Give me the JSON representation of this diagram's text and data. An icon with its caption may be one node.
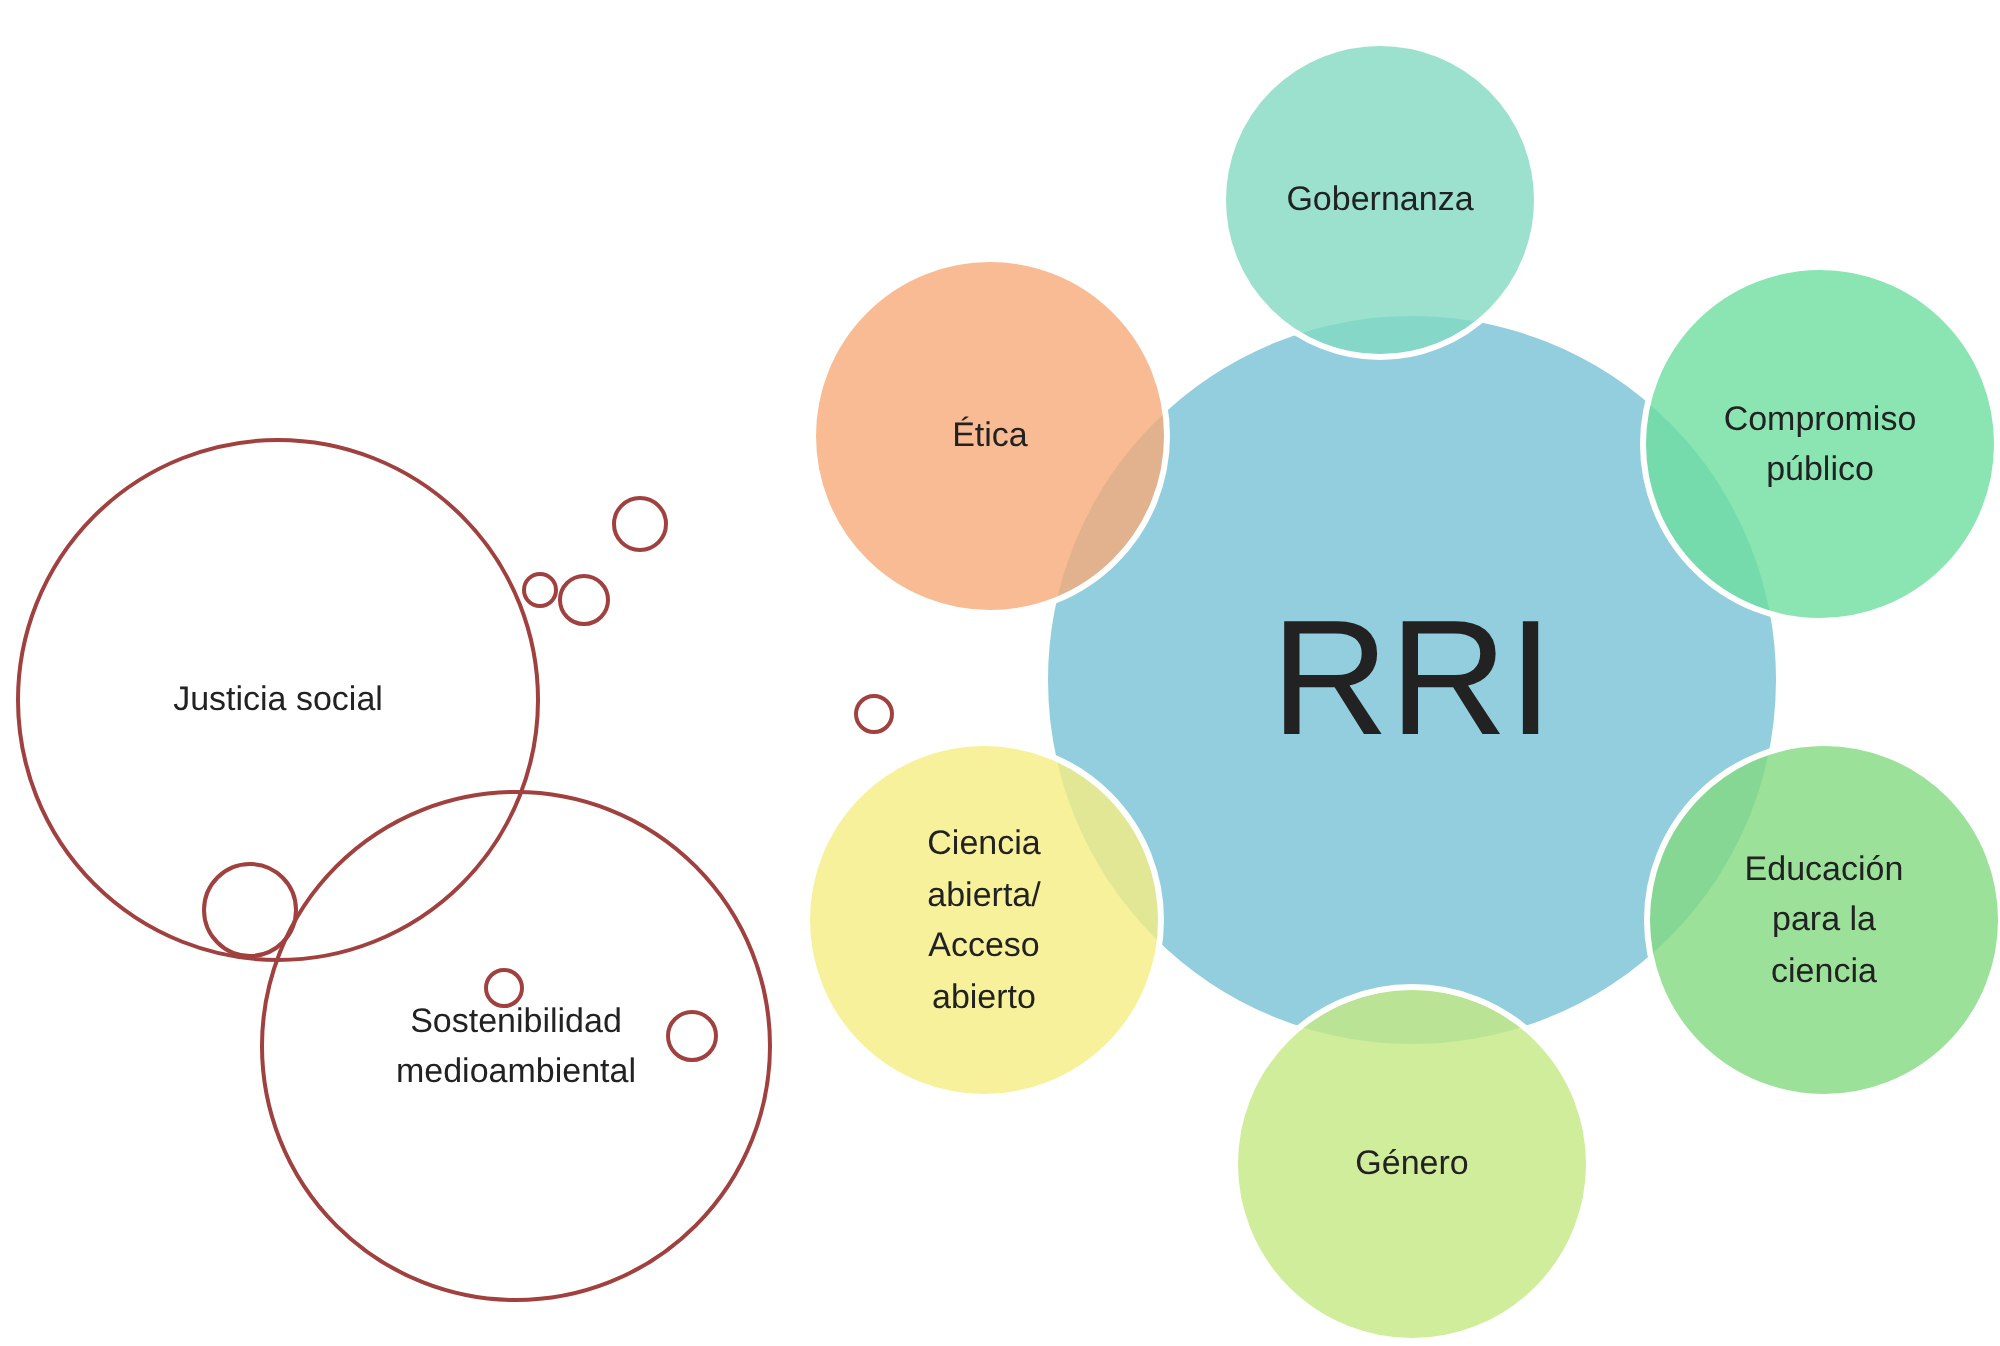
{
  "diagram": {
    "nodes": [
      {
        "text": [
          "Justicia social"
        ]
      },
      {
        "text": [
          "Sostenibilidad medioambiental"
        ]
      },
      {
        "text": [],
        "shape": "circle",
        "in": 0
      },
      {
        "text": [],
        "shape": "circle",
        "in": 1
      },
      {
        "text": [],
        "shape": "circle"
      },
      {
        "text": [],
        "shape": "circle"
      },
      {
        "text": [],
        "shape": "circle"
      },
      {
        "text": [],
        "shape": "circle",
        "in": 1
      },
      {
        "text": [],
        "shape": "circle"
      },
      {
        "text": [
          "Gobernanza"
        ]
      },
      {
        "text": [
          "Ética"
        ]
      },
      {
        "text": [
          "Compromiso público"
        ]
      },
      {
        "text": [
          "RRI"
        ]
      },
      {
        "text": [
          "Ciencia abierta/ Acceso abierto"
        ]
      },
      {
        "text": [
          "Educación para la ciencia"
        ]
      },
      {
        "text": [
          "Género"
        ]
      }
    ]
  }
}
